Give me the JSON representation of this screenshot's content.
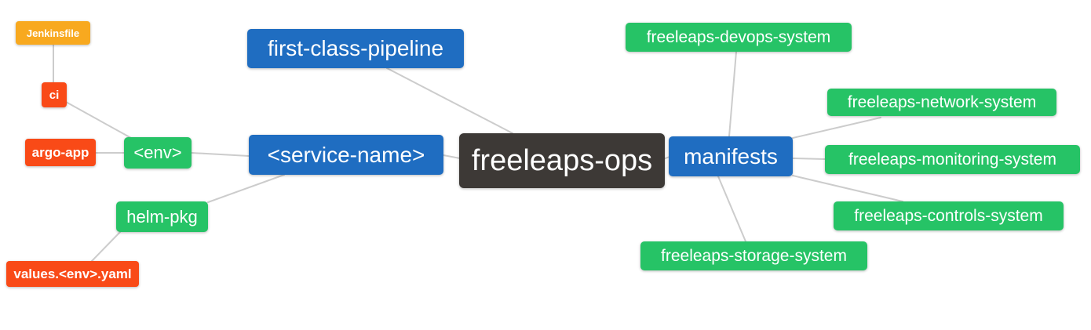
{
  "diagram": {
    "type": "mindmap",
    "root": "freeleaps-ops"
  },
  "palette": {
    "dark": "#3d3936",
    "blue": "#1f6dc1",
    "green": "#26c366",
    "red": "#f94a17",
    "amber": "#f8a91f",
    "edge": "#cccccc",
    "background": "#ffffff",
    "text": "#ffffff"
  },
  "nodes": {
    "freeleaps_ops": {
      "label": "freeleaps-ops",
      "color": "dark"
    },
    "first_class_pipeline": {
      "label": "first-class-pipeline",
      "color": "blue"
    },
    "service_name": {
      "label": "<service-name>",
      "color": "blue"
    },
    "manifests": {
      "label": "manifests",
      "color": "blue"
    },
    "env": {
      "label": "<env>",
      "color": "green"
    },
    "helm_pkg": {
      "label": "helm-pkg",
      "color": "green"
    },
    "ci": {
      "label": "ci",
      "color": "red"
    },
    "argo_app": {
      "label": "argo-app",
      "color": "red"
    },
    "jenkinsfile": {
      "label": "Jenkinsfile",
      "color": "amber"
    },
    "values_env_yaml": {
      "label": "values.<env>.yaml",
      "color": "red"
    },
    "devops_system": {
      "label": "freeleaps-devops-system",
      "color": "green"
    },
    "network_system": {
      "label": "freeleaps-network-system",
      "color": "green"
    },
    "monitoring_system": {
      "label": "freeleaps-monitoring-system",
      "color": "green"
    },
    "controls_system": {
      "label": "freeleaps-controls-system",
      "color": "green"
    },
    "storage_system": {
      "label": "freeleaps-storage-system",
      "color": "green"
    }
  },
  "edges": [
    [
      "jenkinsfile",
      "ci"
    ],
    [
      "ci",
      "env"
    ],
    [
      "argo_app",
      "env"
    ],
    [
      "env",
      "service_name"
    ],
    [
      "service_name",
      "helm_pkg"
    ],
    [
      "helm_pkg",
      "values_env_yaml"
    ],
    [
      "first_class_pipeline",
      "freeleaps_ops"
    ],
    [
      "service_name",
      "freeleaps_ops"
    ],
    [
      "freeleaps_ops",
      "manifests"
    ],
    [
      "manifests",
      "devops_system"
    ],
    [
      "manifests",
      "network_system"
    ],
    [
      "manifests",
      "monitoring_system"
    ],
    [
      "manifests",
      "controls_system"
    ],
    [
      "manifests",
      "storage_system"
    ]
  ]
}
